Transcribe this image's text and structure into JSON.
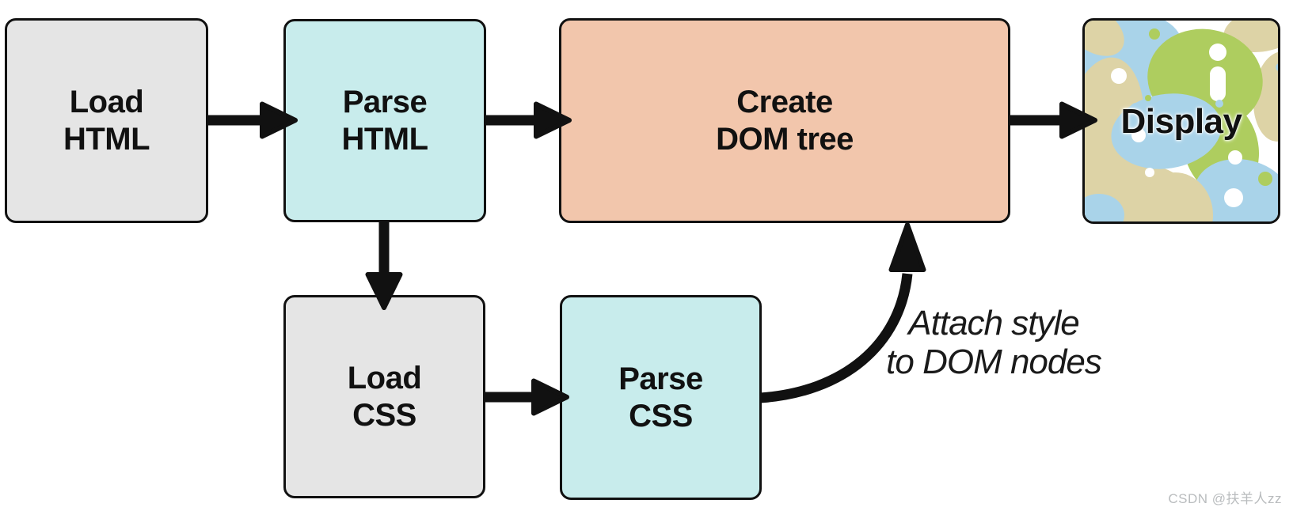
{
  "diagram": {
    "type": "flowchart",
    "subject": "browser-rendering-pipeline",
    "nodes": {
      "load_html": {
        "line1": "Load",
        "line2": "HTML"
      },
      "parse_html": {
        "line1": "Parse",
        "line2": "HTML"
      },
      "create_dom": {
        "line1": "Create",
        "line2": "DOM tree"
      },
      "display": {
        "label": "Display"
      },
      "load_css": {
        "line1": "Load",
        "line2": "CSS"
      },
      "parse_css": {
        "line1": "Parse",
        "line2": "CSS"
      }
    },
    "edges": [
      {
        "from": "load-html",
        "to": "parse-html",
        "label": ""
      },
      {
        "from": "parse-html",
        "to": "create-dom-tree",
        "label": ""
      },
      {
        "from": "create-dom-tree",
        "to": "display",
        "label": ""
      },
      {
        "from": "parse-html",
        "to": "load-css",
        "label": ""
      },
      {
        "from": "load-css",
        "to": "parse-css",
        "label": ""
      },
      {
        "from": "parse-css",
        "to": "create-dom-tree",
        "label": "Attach style to DOM nodes"
      }
    ],
    "annotation": {
      "line1": "Attach style",
      "line2": "to DOM nodes"
    },
    "watermark": "CSDN @扶羊人zz",
    "colors": {
      "node_gray": "#e5e5e5",
      "node_cyan": "#c8ecec",
      "node_salmon": "#f2c6ac",
      "arrow": "#111111",
      "border": "#111111",
      "pattern_blue": "#a9d3e9",
      "pattern_green": "#aecd5f",
      "pattern_tan": "#ddd3a6"
    }
  }
}
